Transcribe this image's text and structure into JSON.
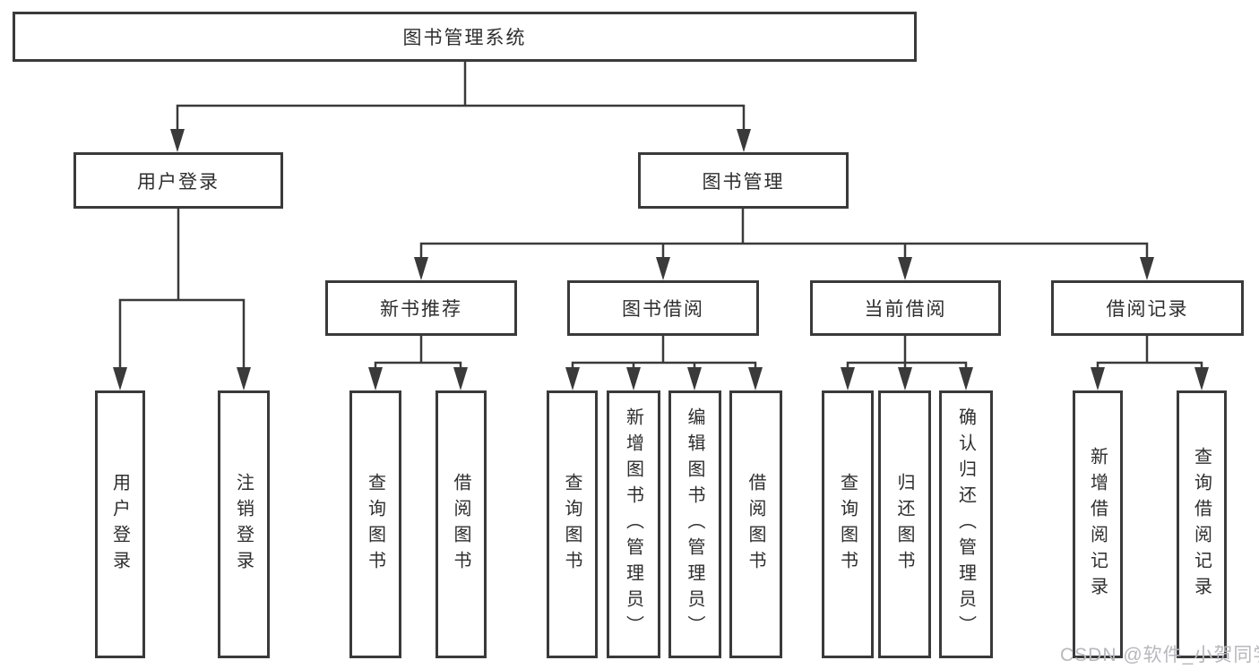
{
  "diagram": {
    "root": "图书管理系统",
    "level2": [
      "用户登录",
      "图书管理"
    ],
    "level3": [
      "新书推荐",
      "图书借阅",
      "当前借阅",
      "借阅记录"
    ],
    "leaves": {
      "user_login": [
        "用户登录",
        "注销登录"
      ],
      "new_book_recommend": [
        "查询图书",
        "借阅图书"
      ],
      "book_borrow": [
        "查询图书",
        "新增图书（管理员）",
        "编辑图书（管理员）",
        "借阅图书"
      ],
      "current_borrow": [
        "查询图书",
        "归还图书",
        "确认归还（管理员）"
      ],
      "borrow_records": [
        "新增借阅记录",
        "查询借阅记录"
      ]
    }
  },
  "watermark": "CSDN @软件_小贺同学",
  "colors": {
    "line": "#3a3a3a",
    "box_border": "#3a3a3a",
    "text": "#2e2e2e",
    "background": "#ffffff",
    "watermark": "#b7b7bd"
  }
}
